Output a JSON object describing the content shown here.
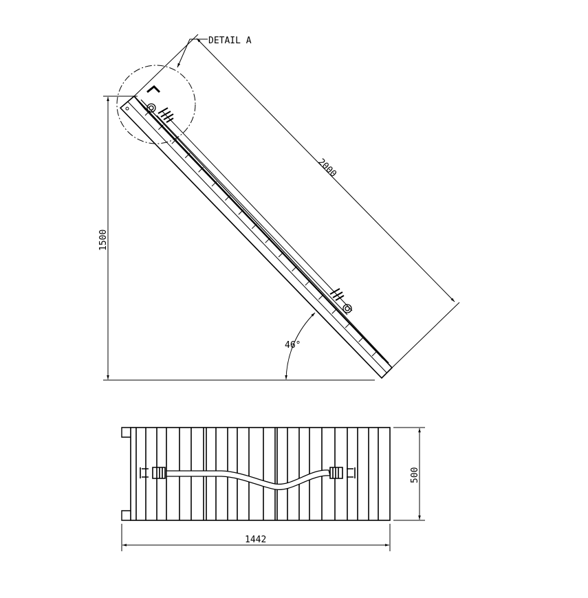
{
  "side_view": {
    "detail_label": "DETAIL A",
    "length_dim": "2000",
    "height_dim": "1500",
    "angle_dim": "46°"
  },
  "top_view": {
    "width_dim": "500",
    "length_dim": "1442"
  },
  "colors": {
    "line": "#000000",
    "background": "#ffffff"
  }
}
